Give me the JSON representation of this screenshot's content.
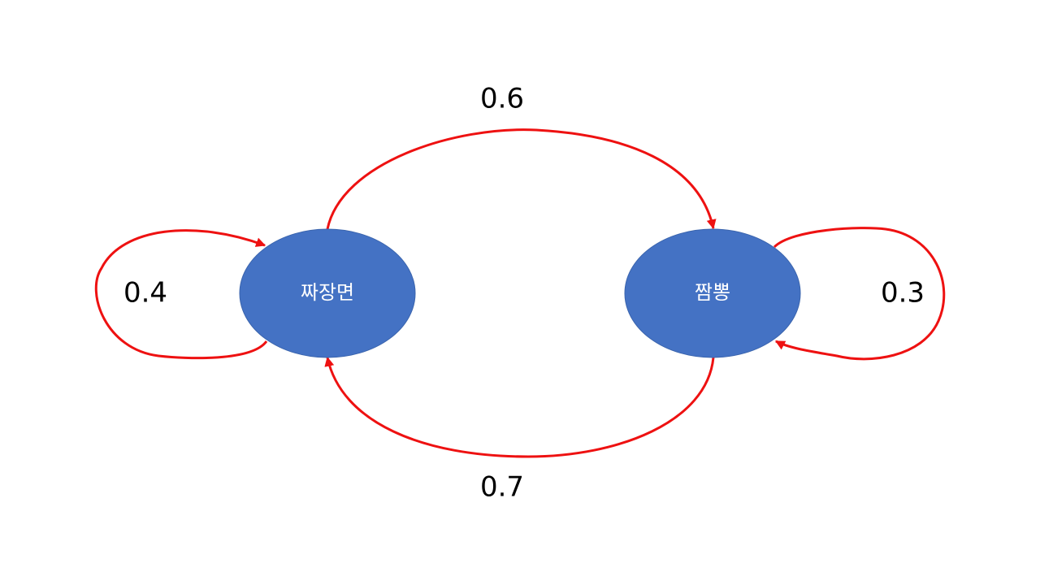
{
  "diagram": {
    "colors": {
      "node_fill": "#4472C4",
      "edge": "#EE1111",
      "label_text": "#000000",
      "node_text": "#FFFFFF"
    },
    "nodes": [
      {
        "id": "jjajangmyeon",
        "label": "짜장면"
      },
      {
        "id": "jjamppong",
        "label": "짬뽕"
      }
    ],
    "edges": [
      {
        "from": "jjajangmyeon",
        "to": "jjajangmyeon",
        "label": "0.4"
      },
      {
        "from": "jjajangmyeon",
        "to": "jjamppong",
        "label": "0.6"
      },
      {
        "from": "jjamppong",
        "to": "jjamppong",
        "label": "0.3"
      },
      {
        "from": "jjamppong",
        "to": "jjajangmyeon",
        "label": "0.7"
      }
    ]
  }
}
